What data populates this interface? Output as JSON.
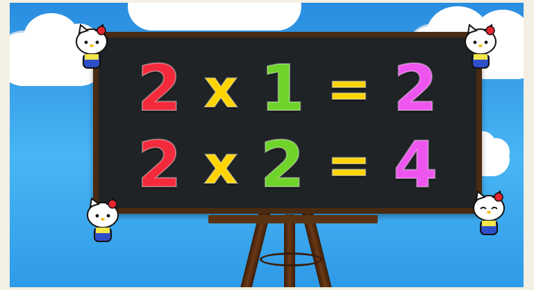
{
  "equations": [
    {
      "a": "2",
      "op": "x",
      "b": "1",
      "eq": "=",
      "result": "2"
    },
    {
      "a": "2",
      "op": "x",
      "b": "2",
      "eq": "=",
      "result": "4"
    }
  ],
  "colors": {
    "a": "#f22a3c",
    "op": "#ffd400",
    "b": "#6fd32a",
    "eq": "#ffd400",
    "result": "#ee55ee",
    "sky": "#39a6ef",
    "board": "#1f2326",
    "frame_wood": "#4a2a10"
  },
  "decorations": {
    "character_icon": "cat-character-icon"
  }
}
